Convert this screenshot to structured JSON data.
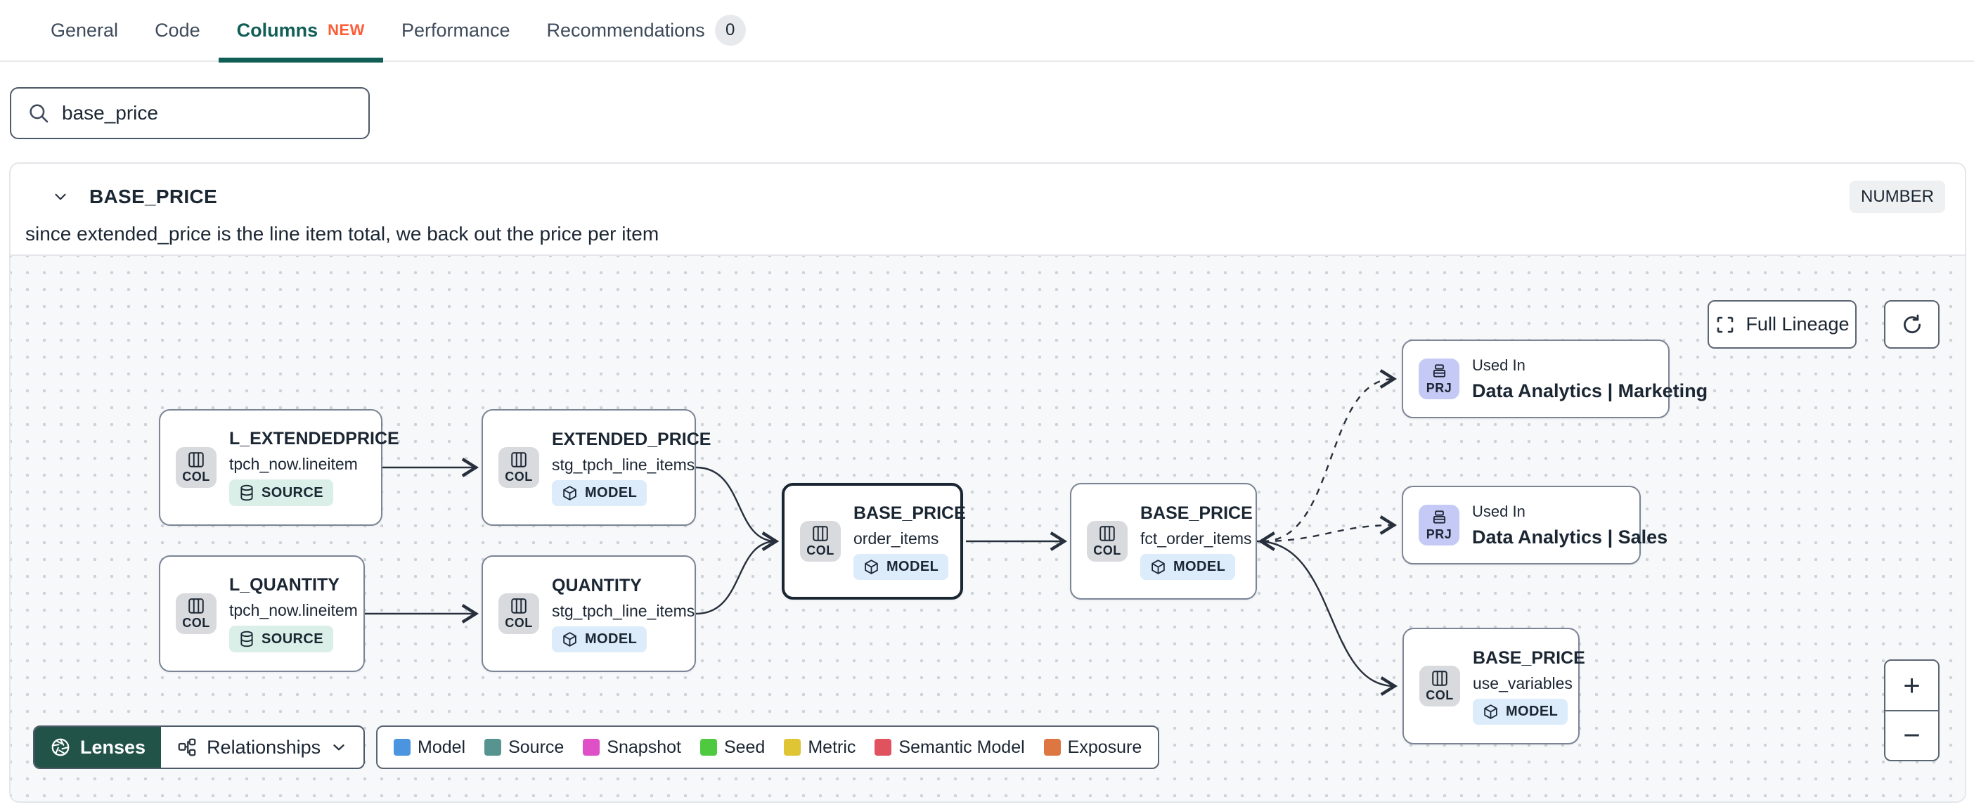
{
  "tabs": {
    "items": [
      {
        "label": "General"
      },
      {
        "label": "Code"
      },
      {
        "label": "Columns",
        "badge": "NEW",
        "active": true
      },
      {
        "label": "Performance"
      },
      {
        "label": "Recommendations",
        "count": "0"
      }
    ]
  },
  "search": {
    "value": "base_price"
  },
  "column_panel": {
    "name": "BASE_PRICE",
    "type_badge": "NUMBER",
    "description": "since extended_price is the line item total, we back out the price per item"
  },
  "lineage": {
    "controls": {
      "full_lineage_label": "Full Lineage",
      "zoom_in": "+",
      "zoom_out": "−"
    },
    "toolbar": {
      "lenses_label": "Lenses",
      "relationships_label": "Relationships"
    },
    "legend": {
      "items": [
        {
          "label": "Model",
          "color": "#4a94e0"
        },
        {
          "label": "Source",
          "color": "#579490"
        },
        {
          "label": "Snapshot",
          "color": "#df4fc5"
        },
        {
          "label": "Seed",
          "color": "#4fc93f"
        },
        {
          "label": "Metric",
          "color": "#dfc433"
        },
        {
          "label": "Semantic Model",
          "color": "#df525e"
        },
        {
          "label": "Exposure",
          "color": "#dd7640"
        }
      ]
    },
    "nodes": [
      {
        "chip": "COL",
        "title": "L_EXTENDEDPRICE",
        "subtitle": "tpch_now.lineitem",
        "badge": "SOURCE"
      },
      {
        "chip": "COL",
        "title": "EXTENDED_PRICE",
        "subtitle": "stg_tpch_line_items",
        "badge": "MODEL"
      },
      {
        "chip": "COL",
        "title": "L_QUANTITY",
        "subtitle": "tpch_now.lineitem",
        "badge": "SOURCE"
      },
      {
        "chip": "COL",
        "title": "QUANTITY",
        "subtitle": "stg_tpch_line_items",
        "badge": "MODEL"
      },
      {
        "chip": "COL",
        "title": "BASE_PRICE",
        "subtitle": "order_items",
        "badge": "MODEL",
        "selected": true
      },
      {
        "chip": "COL",
        "title": "BASE_PRICE",
        "subtitle": "fct_order_items",
        "badge": "MODEL"
      },
      {
        "chip": "PRJ",
        "kicker": "Used In",
        "title": "Data Analytics | Marketing"
      },
      {
        "chip": "PRJ",
        "kicker": "Used In",
        "title": "Data Analytics | Sales"
      },
      {
        "chip": "COL",
        "title": "BASE_PRICE",
        "subtitle": "use_variables",
        "badge": "MODEL"
      }
    ]
  }
}
